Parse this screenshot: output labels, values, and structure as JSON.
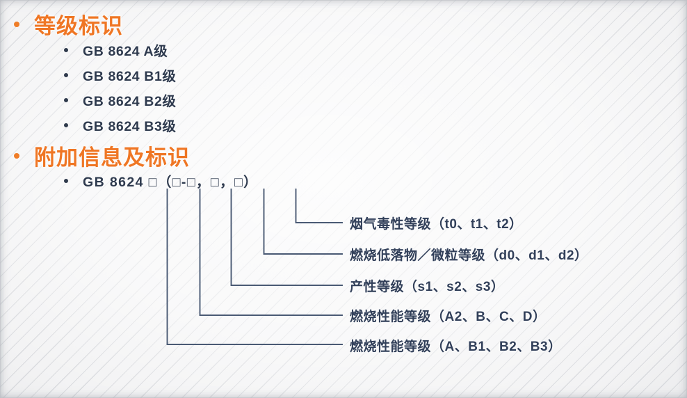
{
  "slide": {
    "background_color": "#f2f2f3",
    "accent_color": "#ef7624",
    "text_color": "#2e3a4e",
    "line_color": "#4a5a74"
  },
  "sections": [
    {
      "heading": "等级标识",
      "items": [
        "GB 8624 A级",
        "GB 8624 B1级",
        "GB 8624 B2级",
        "GB 8624 B3级"
      ]
    },
    {
      "heading": "附加信息及标识",
      "formula": "GB 8624 □（□-□，□，□）",
      "legend": [
        "烟气毒性等级（t0、t1、t2）",
        "燃烧低落物／微粒等级（d0、d1、d2）",
        "产性等级（s1、s2、s3）",
        "燃烧性能等级（A2、B、C、D）",
        "燃烧性能等级（A、B1、B2、B3）"
      ]
    }
  ]
}
